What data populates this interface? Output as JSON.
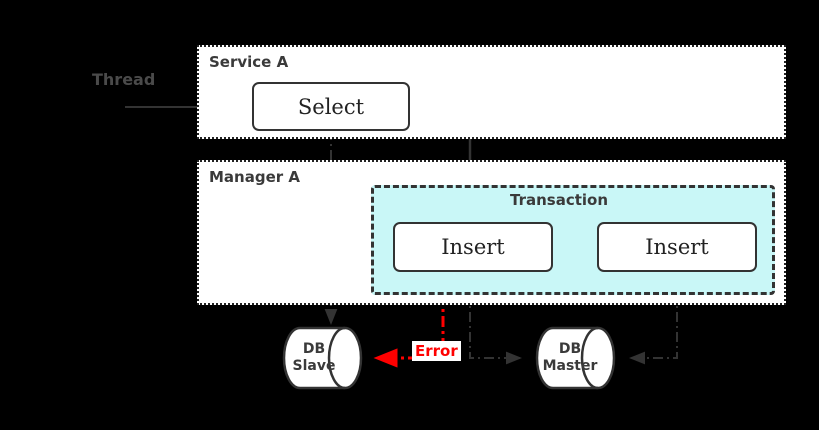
{
  "diagram": {
    "background_color": "#000000",
    "actor": {
      "label": "Thread"
    },
    "lanes": [
      {
        "id": "service-a",
        "title": "Service A"
      },
      {
        "id": "manager-a",
        "title": "Manager A"
      }
    ],
    "transaction": {
      "title": "Transaction",
      "fill_color": "#c9f7f7"
    },
    "nodes": [
      {
        "id": "select",
        "label": "Select"
      },
      {
        "id": "insert-1",
        "label": "Insert"
      },
      {
        "id": "insert-2",
        "label": "Insert"
      }
    ],
    "databases": [
      {
        "id": "db-slave",
        "line1": "DB",
        "line2": "Slave",
        "label": "DB\nSlave"
      },
      {
        "id": "db-master",
        "line1": "DB",
        "line2": "Master",
        "label": "DB\nMaster"
      }
    ],
    "annotations": [
      {
        "id": "error",
        "label": "Error",
        "color": "#ff0000"
      }
    ],
    "connections": [
      {
        "from": "thread",
        "to": "select",
        "style": "solid",
        "color": "#333333"
      },
      {
        "from": "select",
        "to": "insert-1",
        "style": "solid",
        "color": "#333333"
      },
      {
        "from": "insert-1",
        "to": "insert-2",
        "style": "solid",
        "color": "#333333"
      },
      {
        "from": "select",
        "to": "db-slave",
        "style": "dash-dot",
        "color": "#333333"
      },
      {
        "from": "insert-1",
        "to": "db-slave",
        "style": "dash-dot",
        "color": "#ff0000",
        "label": "Error"
      },
      {
        "from": "insert-1",
        "to": "db-master",
        "style": "dash-dot",
        "color": "#333333"
      },
      {
        "from": "insert-2",
        "to": "db-master",
        "style": "dash-dot",
        "color": "#333333"
      }
    ]
  }
}
